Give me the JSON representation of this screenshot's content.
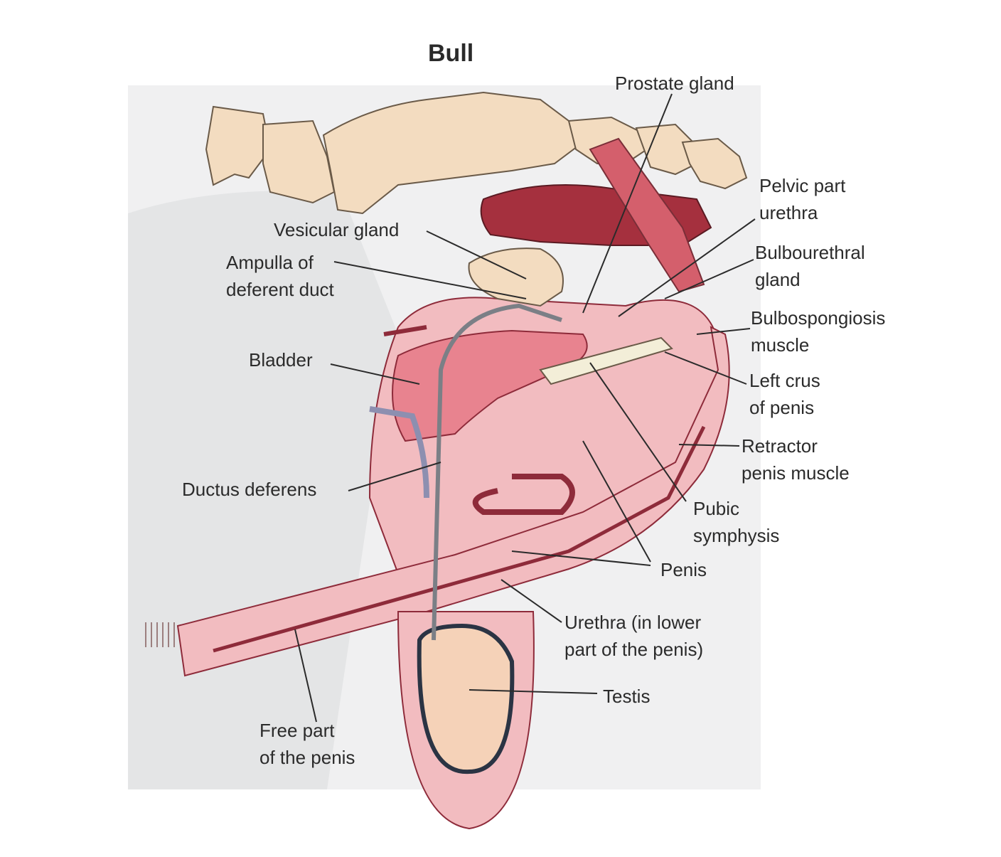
{
  "title": "Bull",
  "labels": {
    "prostate_gland": "Prostate gland",
    "pelvic_urethra": [
      "Pelvic part",
      "urethra"
    ],
    "vesicular_gland": "Vesicular gland",
    "ampulla": [
      "Ampulla of",
      "deferent duct"
    ],
    "bulbourethral": [
      "Bulbourethral",
      "gland"
    ],
    "bulbospongiosis": [
      "Bulbospongiosis",
      "muscle"
    ],
    "bladder": "Bladder",
    "left_crus": [
      "Left crus",
      "of penis"
    ],
    "retractor": [
      "Retractor",
      "penis muscle"
    ],
    "ductus_deferens": "Ductus deferens",
    "pubic_symphysis": [
      "Pubic",
      "symphysis"
    ],
    "penis": "Penis",
    "urethra_lower": [
      "Urethra (in lower",
      "part of the penis)"
    ],
    "testis": "Testis",
    "free_part": [
      "Free part",
      "of the penis"
    ]
  },
  "colors": {
    "bone": "#f3dcc0",
    "muscle": "#c94f5c",
    "tissue": "#f2bcc0",
    "dark_tissue": "#8e2b3a",
    "background_panel": "#e7e8e9"
  }
}
